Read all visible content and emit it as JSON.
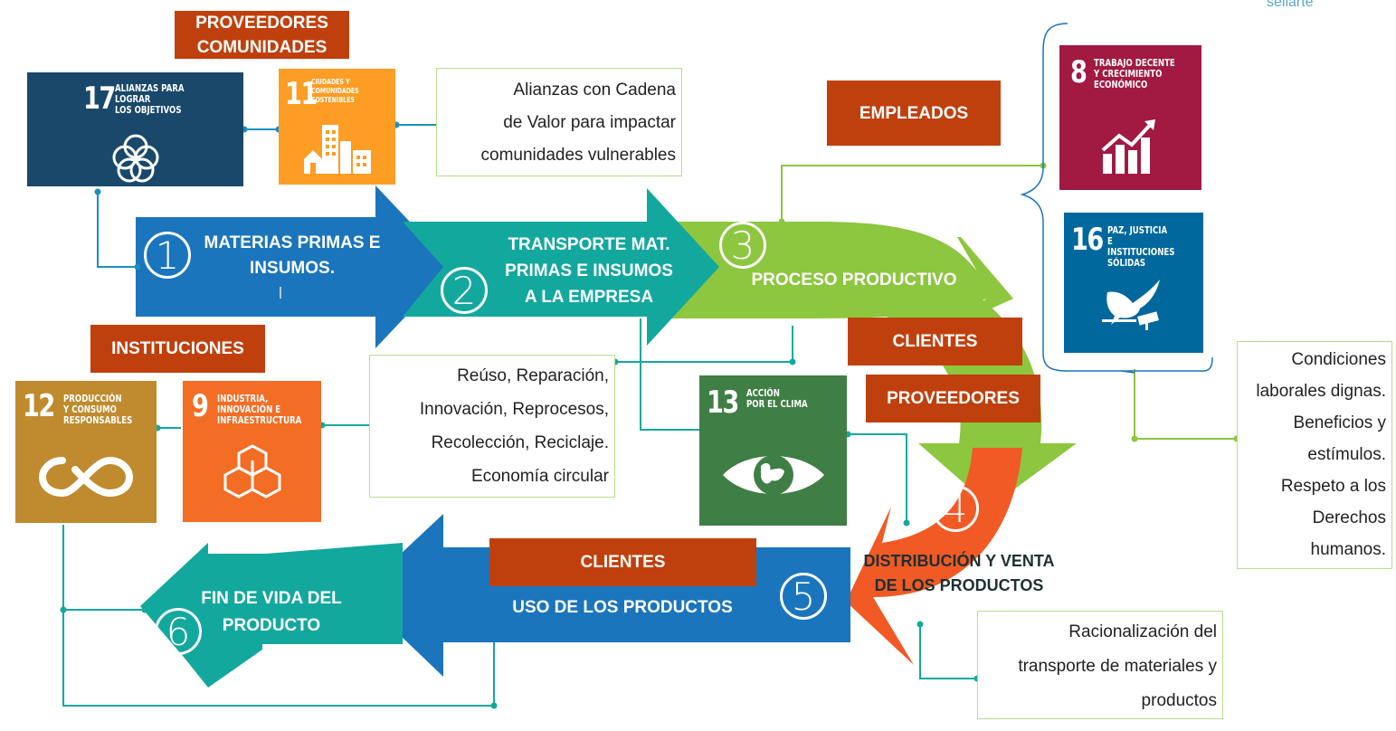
{
  "logo": "sellarte",
  "labels": {
    "proveedores_comunidades": "PROVEEDORES\nCOMUNIDADES",
    "empleados": "EMPLEADOS",
    "instituciones": "INSTITUCIONES",
    "clientes_top": "CLIENTES",
    "proveedores": "PROVEEDORES",
    "clientes_bottom": "CLIENTES"
  },
  "sdgs": [
    {
      "num": "17",
      "title": "ALIANZAS PARA\nLOGRAR\nLOS OBJETIVOS",
      "color": "#19486a",
      "icon": "flower-icon"
    },
    {
      "num": "11",
      "title": "CIUDADES Y\nCOMUNIDADES\nSOSTENIBLES",
      "color": "#fd9d24",
      "icon": "city-icon"
    },
    {
      "num": "8",
      "title": "TRABAJO DECENTE\nY CRECIMIENTO\nECONÓMICO",
      "color": "#a21942",
      "icon": "growth-chart-icon"
    },
    {
      "num": "16",
      "title": "PAZ, JUSTICIA\nE INSTITUCIONES\nSÓLIDAS",
      "color": "#00689d",
      "icon": "dove-gavel-icon"
    },
    {
      "num": "12",
      "title": "PRODUCCIÓN\nY CONSUMO\nRESPONSABLES",
      "color": "#bf8b2e",
      "icon": "infinity-icon"
    },
    {
      "num": "9",
      "title": "INDUSTRIA,\nINNOVACIÓN E\nINFRAESTRUCTURA",
      "color": "#f36d25",
      "icon": "cubes-icon"
    },
    {
      "num": "13",
      "title": "ACCIÓN\nPOR EL CLIMA",
      "color": "#3f7e44",
      "icon": "eye-globe-icon"
    }
  ],
  "boxes": {
    "alianzas": "Alianzas con Cadena\nde Valor para impactar\ncomunidades vulnerables",
    "reuso": "Reúso, Reparación,\nInnovación, Reprocesos,\nRecolección, Reciclaje.\nEconomía circular",
    "condiciones": "Condiciones\nlaborales dignas.\nBeneficios y\nestímulos.\nRespeto a los\nDerechos\nhumanos.",
    "racionalizacion": "Racionalización del\ntransporte de materiales y\nproductos"
  },
  "stages": [
    {
      "num": "1",
      "text": "MATERIAS PRIMAS E\nINSUMOS."
    },
    {
      "num": "2",
      "text": "TRANSPORTE MAT.\nPRIMAS E INSUMOS\nA LA EMPRESA"
    },
    {
      "num": "3",
      "text": "PROCESO PRODUCTIVO"
    },
    {
      "num": "4",
      "text": "DISTRIBUCIÓN Y VENTA\nDE LOS PRODUCTOS"
    },
    {
      "num": "5",
      "text": "USO DE LOS PRODUCTOS"
    },
    {
      "num": "6",
      "text": "FIN DE VIDA DEL\nPRODUCTO"
    }
  ],
  "colors": {
    "stage1": "#1b75bc",
    "stage2": "#13a89e",
    "stage3": "#8dc63f",
    "stage4": "#f15a24",
    "stage5": "#1b75bc",
    "stage6": "#13a89e",
    "label": "#c0400d",
    "connector_blue": "#1b8fc0",
    "connector_teal": "#2aa198",
    "connector_green": "#8dc63f"
  }
}
